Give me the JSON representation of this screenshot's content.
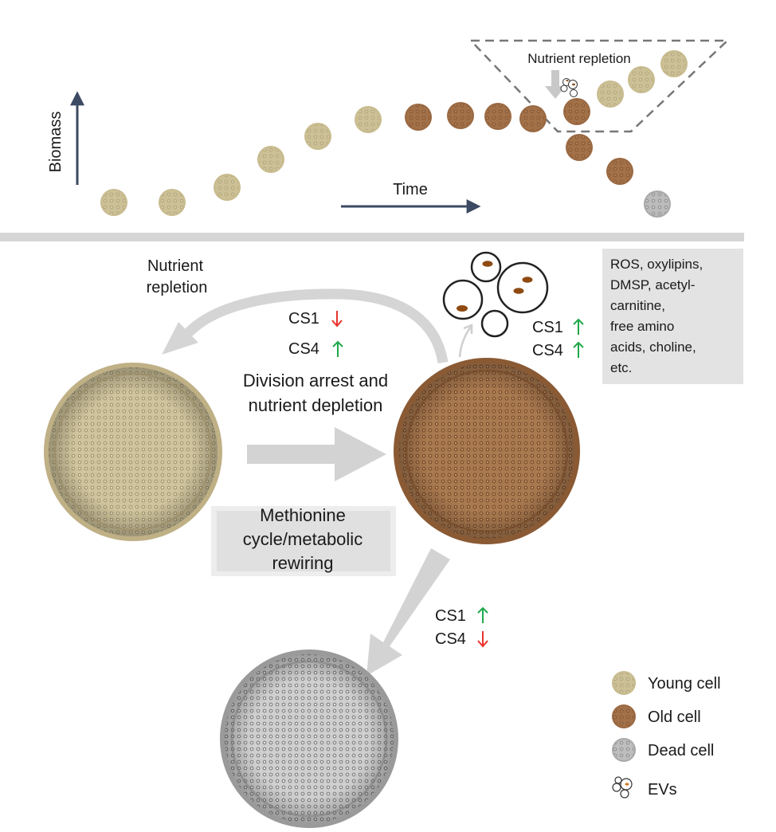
{
  "top_panel": {
    "y_axis_label": "Biomass",
    "x_axis_label": "Time",
    "repletion_label": "Nutrient repletion"
  },
  "mechanism": {
    "nutrient_repletion": [
      "Nutrient",
      "repletion"
    ],
    "top_changes": [
      {
        "label": "CS1",
        "direction": "down"
      },
      {
        "label": "CS4",
        "direction": "up"
      }
    ],
    "division_arrest": [
      "Division arrest and",
      "nutrient depletion"
    ],
    "methionine_box": [
      "Methionine",
      "cycle/metabolic",
      "rewiring"
    ],
    "ev_changes": [
      {
        "label": "CS1",
        "direction": "up"
      },
      {
        "label": "CS4",
        "direction": "up"
      }
    ],
    "metabolites_box": [
      "ROS, oxylipins,",
      "DMSP, acetyl-",
      "carnitine,",
      "free amino",
      "acids, choline,",
      "etc."
    ],
    "death_changes": [
      {
        "label": "CS1",
        "direction": "up"
      },
      {
        "label": "CS4",
        "direction": "down"
      }
    ]
  },
  "legend": [
    {
      "label": "Young cell",
      "kind": "young"
    },
    {
      "label": "Old cell",
      "kind": "old"
    },
    {
      "label": "Dead cell",
      "kind": "dead"
    },
    {
      "label": "EVs",
      "kind": "ev"
    }
  ],
  "colors": {
    "young": "#c8bb8e",
    "old": "#9a6841",
    "dead": "#a9a9a9",
    "axis": "#3d4a63",
    "arrow_gray": "#d3d3d3",
    "up_arrow": "#1fa84a",
    "down_arrow": "#e8322b",
    "box_gray": "#e3e3e3"
  }
}
